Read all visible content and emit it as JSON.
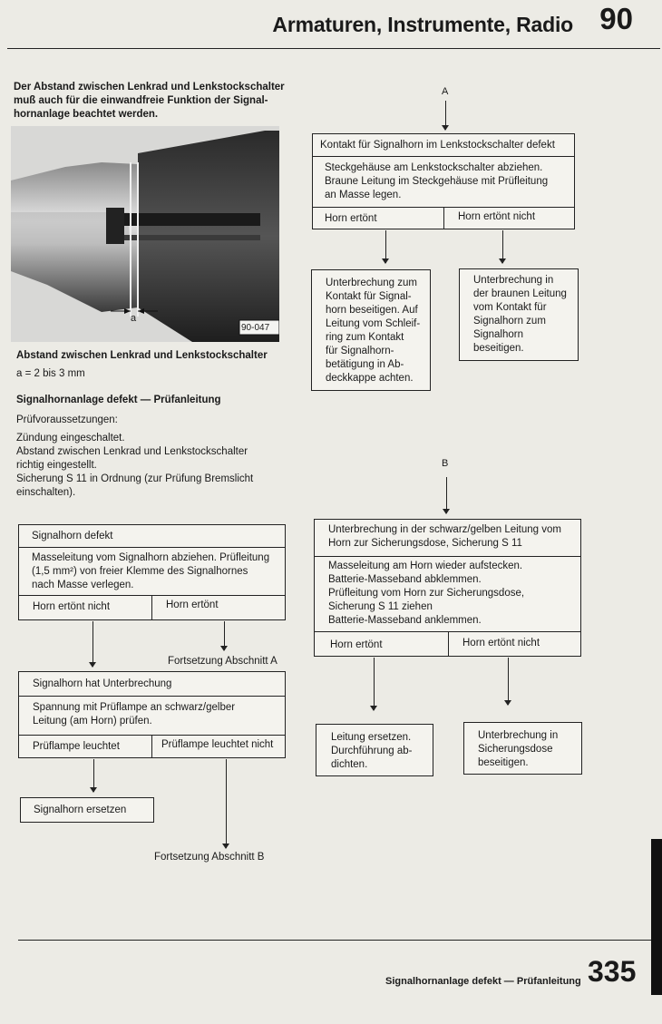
{
  "header": {
    "title": "Armaturen, Instrumente, Radio",
    "chapter": "90"
  },
  "intro": [
    "Der Abstand zwischen Lenkrad und Lenkstockschalter",
    "muß auch für die einwandfreie Funktion der Signal-",
    "hornanlage beachtet werden."
  ],
  "photo": {
    "label_a": "a",
    "code": "90-047"
  },
  "photo_caption": "Abstand zwischen Lenkrad und Lenkstockschalter",
  "photo_value": "a = 2 bis 3 mm",
  "section_title": "Signalhornanlage defekt — Prüfanleitung",
  "prereq_label": "Prüfvoraussetzungen:",
  "prereq_lines": [
    "Zündung eingeschaltet.",
    "Abstand zwischen Lenkrad und Lenkstockschalter",
    "richtig eingestellt.",
    "Sicherung S 11 in Ordnung (zur Prüfung Bremslicht",
    "einschalten)."
  ],
  "flow_left": {
    "box1": {
      "title": "Signalhorn defekt",
      "body": [
        "Masseleitung vom Signalhorn abziehen. Prüfleitung",
        "(1,5 mm²) von freier Klemme des Signalhornes",
        "nach Masse verlegen."
      ],
      "opt_left": "Horn ertönt nicht",
      "opt_right": "Horn ertönt"
    },
    "continue_a": "Fortsetzung Abschnitt A",
    "box2": {
      "title": "Signalhorn hat Unterbrechung",
      "body": [
        "Spannung mit Prüflampe an schwarz/gelber",
        "Leitung (am Horn) prüfen."
      ],
      "opt_left": "Prüflampe leuchtet",
      "opt_right": "Prüflampe leuchtet nicht"
    },
    "replace": "Signalhorn ersetzen",
    "continue_b": "Fortsetzung Abschnitt B"
  },
  "flow_a": {
    "marker": "A",
    "title": "Kontakt für Signalhorn im Lenkstockschalter defekt",
    "body": [
      "Steckgehäuse am Lenkstockschalter abziehen.",
      "Braune Leitung im Steckgehäuse mit Prüfleitung",
      "an Masse legen."
    ],
    "opt_left": "Horn ertönt",
    "opt_right": "Horn ertönt nicht",
    "result_left": [
      "Unterbrechung zum",
      "Kontakt für Signal-",
      "horn beseitigen. Auf",
      "Leitung vom Schleif-",
      "ring zum Kontakt",
      "für Signalhorn-",
      "betätigung in Ab-",
      "deckkappe achten."
    ],
    "result_right": [
      "Unterbrechung in",
      "der braunen Leitung",
      "vom Kontakt für",
      "Signalhorn zum",
      "Signalhorn",
      "beseitigen."
    ]
  },
  "flow_b": {
    "marker": "B",
    "title": [
      "Unterbrechung in der schwarz/gelben Leitung vom",
      "Horn zur Sicherungsdose, Sicherung S 11"
    ],
    "body": [
      "Masseleitung am Horn wieder aufstecken.",
      "Batterie-Masseband abklemmen.",
      "Prüfleitung vom Horn zur Sicherungsdose,",
      "Sicherung S 11 ziehen",
      "Batterie-Masseband anklemmen."
    ],
    "opt_left": "Horn ertönt",
    "opt_right": "Horn ertönt nicht",
    "result_left": [
      "Leitung ersetzen.",
      "Durchführung ab-",
      "dichten."
    ],
    "result_right": [
      "Unterbrechung in",
      "Sicherungsdose",
      "beseitigen."
    ]
  },
  "footer": {
    "text": "Signalhornanlage defekt — Prüfanleitung",
    "page": "335"
  }
}
